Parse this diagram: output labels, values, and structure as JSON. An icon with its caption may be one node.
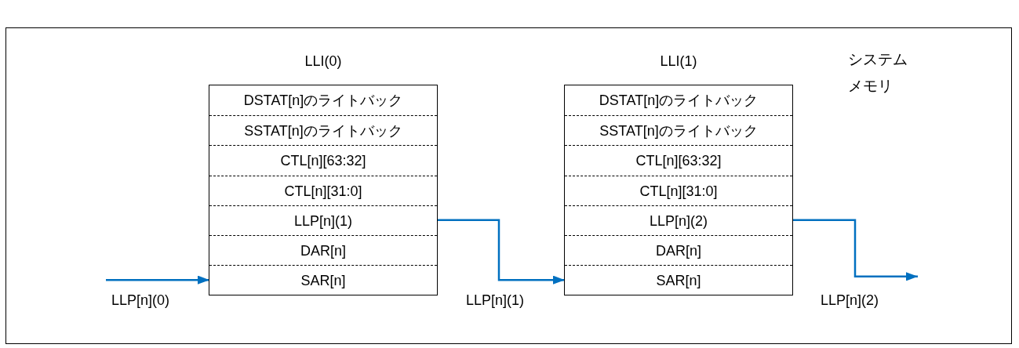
{
  "diagram": {
    "nodes": [
      {
        "text": [
          "システムメモリ"
        ]
      },
      {
        "text": [
          "LLI(0)"
        ],
        "in": 0
      },
      {
        "text": [
          "DSTAT[n]のライトバック"
        ],
        "in": 1
      },
      {
        "text": [
          "SSTAT[n]のライトバック"
        ],
        "in": 1
      },
      {
        "text": [
          "CTL[n][63:32]"
        ],
        "in": 1
      },
      {
        "text": [
          "CTL[n][31:0]"
        ],
        "in": 1
      },
      {
        "text": [
          "LLP[n](1)"
        ],
        "in": 1
      },
      {
        "text": [
          "DAR[n]"
        ],
        "in": 1
      },
      {
        "text": [
          "SAR[n]"
        ],
        "in": 1
      },
      {
        "text": [
          "LLI(1)"
        ],
        "in": 0
      },
      {
        "text": [
          "DSTAT[n]のライトバック"
        ],
        "in": 9
      },
      {
        "text": [
          "SSTAT[n]のライトバック"
        ],
        "in": 9
      },
      {
        "text": [
          "CTL[n][63:32]"
        ],
        "in": 9
      },
      {
        "text": [
          "CTL[n][31:0]"
        ],
        "in": 9
      },
      {
        "text": [
          "LLP[n](2)"
        ],
        "in": 9
      },
      {
        "text": [
          "DAR[n]"
        ],
        "in": 9
      },
      {
        "text": [
          "SAR[n]"
        ],
        "in": 9
      }
    ],
    "edges": [
      {
        "from": null,
        "to": 8,
        "arrow": "to",
        "label": "LLP[n](0)",
        "color": "#0070c0"
      },
      {
        "from": 6,
        "to": 16,
        "arrow": "to",
        "label": "LLP[n](1)",
        "color": "#0070c0"
      },
      {
        "from": 14,
        "to": null,
        "arrow": "to",
        "label": "LLP[n](2)",
        "color": "#0070c0"
      }
    ]
  }
}
